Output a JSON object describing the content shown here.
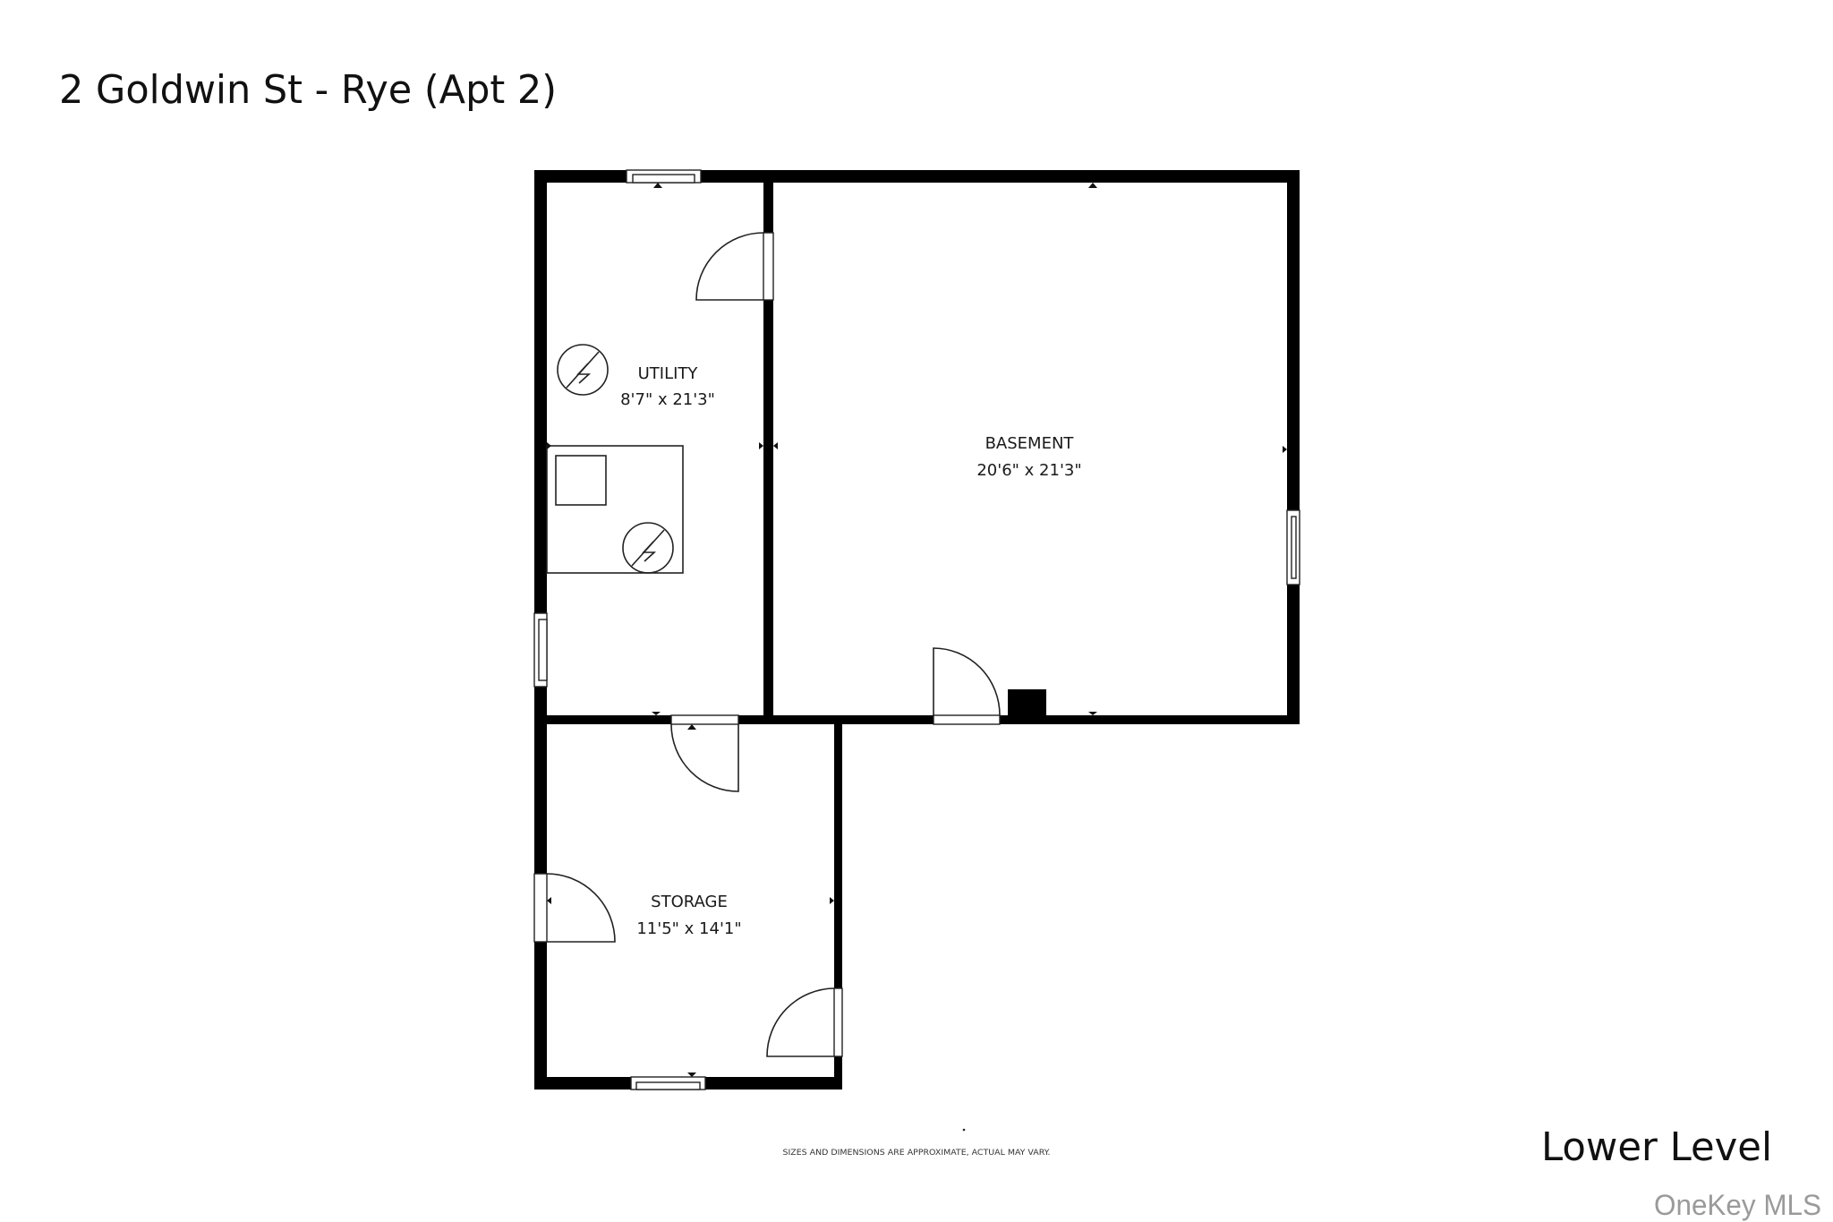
{
  "header": {
    "title": "2 Goldwin St - Rye (Apt 2)"
  },
  "rooms": [
    {
      "name": "UTILITY",
      "dimensions": "8'7\" x 21'3\""
    },
    {
      "name": "BASEMENT",
      "dimensions": "20'6\" x 21'3\""
    },
    {
      "name": "STORAGE",
      "dimensions": "11'5\" x 14'1\""
    }
  ],
  "footer": {
    "disclaimer": "SIZES AND DIMENSIONS ARE APPROXIMATE, ACTUAL MAY VARY.",
    "level": "Lower Level",
    "watermark": "OneKey MLS"
  },
  "icons": {
    "appliance": "water-heater-icon",
    "door": "door-swing-icon",
    "window": "window-icon"
  },
  "colors": {
    "wall": "#000000",
    "background": "#ffffff",
    "watermark": "#9a9a9a"
  }
}
